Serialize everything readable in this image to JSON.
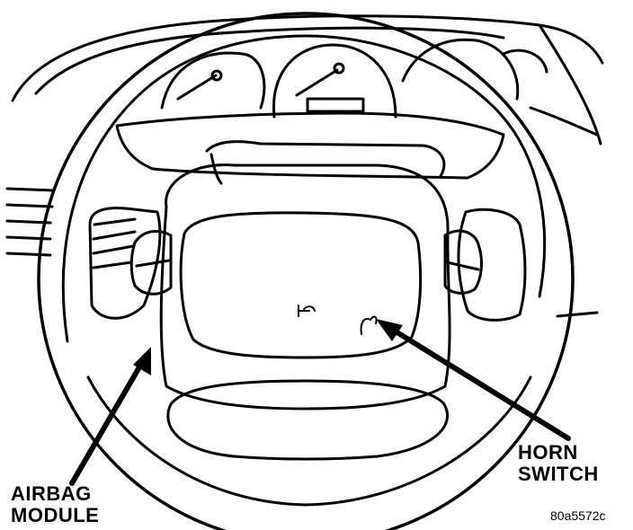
{
  "labels": {
    "horn_switch": [
      "HORN",
      "SWITCH"
    ],
    "airbag_module": [
      "AIRBAG",
      "MODULE"
    ]
  },
  "figure_code": "80a5572c",
  "colors": {
    "ink": "#000000",
    "paper": "#ffffff"
  },
  "icons": [
    "horn-symbol-icon"
  ]
}
